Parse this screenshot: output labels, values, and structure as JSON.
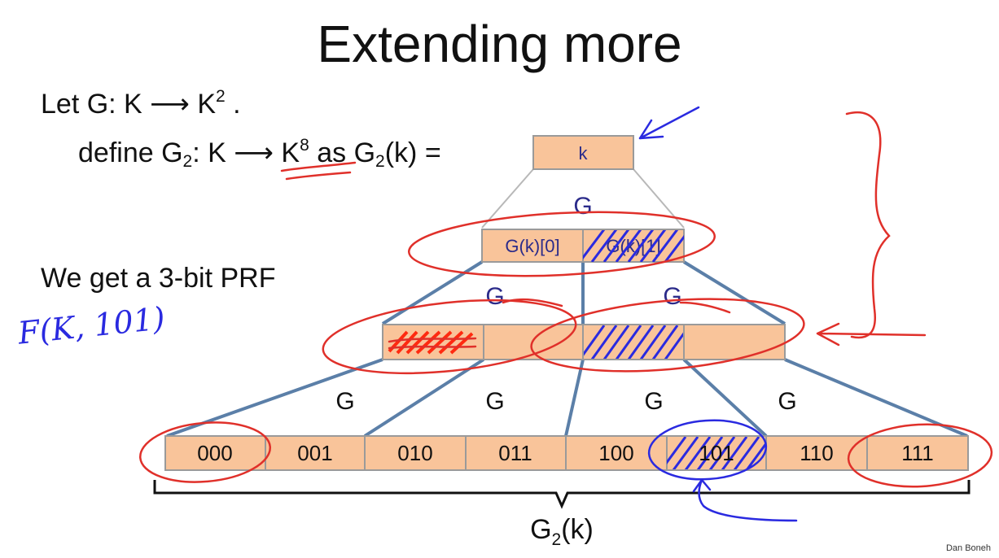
{
  "slide": {
    "title": "Extending more",
    "line1": {
      "prefix": "Let  G: K ⟶ K",
      "sup": "2",
      "suffix": " ."
    },
    "line2": {
      "w1": "define  G",
      "sub1": "2",
      "w2": ": K ⟶ K",
      "sup": "8",
      "w3": "  as  G",
      "sub2": "2",
      "w4": "(k) ="
    },
    "line3": "We get a 3-bit PRF",
    "credit": "Dan Boneh"
  },
  "diagram": {
    "root_label": "k",
    "level1": [
      "G(k)[0]",
      "G(k)[1]"
    ],
    "level2": [
      "",
      "",
      "",
      ""
    ],
    "leaves": [
      "000",
      "001",
      "010",
      "011",
      "100",
      "101",
      "110",
      "111"
    ],
    "g_labels": {
      "top": "G",
      "middle_left": "G",
      "middle_right": "G",
      "bottom": [
        "G",
        "G",
        "G",
        "G"
      ]
    },
    "brace_label_main": "G",
    "brace_label_sub": "2",
    "brace_label_tail": "(k)"
  },
  "annotations": {
    "handwritten_note": "F(K, 101)",
    "colors": {
      "red_ink": "#e0302a",
      "blue_ink": "#2a2ae0",
      "box_fill": "#f9c49a",
      "tree_line": "#5b7fa8"
    }
  }
}
